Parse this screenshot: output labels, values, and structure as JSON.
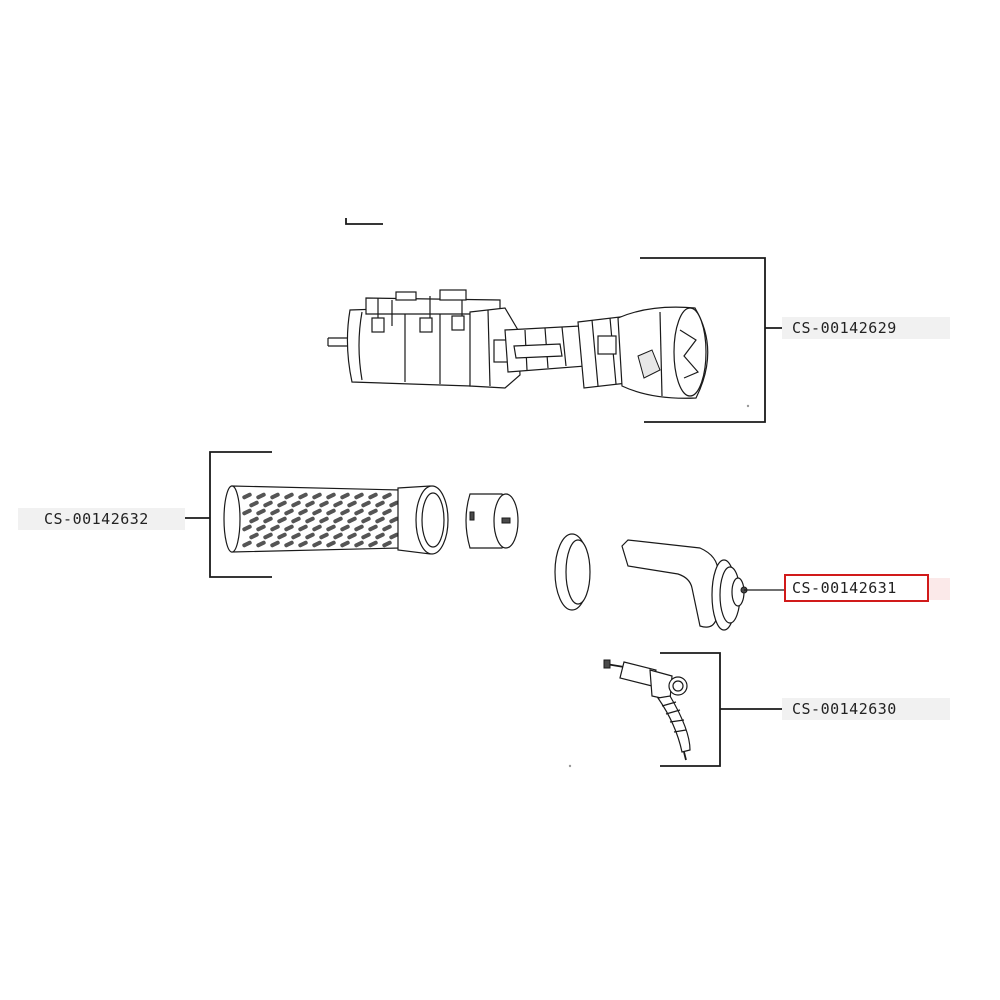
{
  "diagram": {
    "parts": [
      {
        "id": "motor-assembly",
        "reference": "CS-00142629",
        "selected": false
      },
      {
        "id": "filter-grid-assembly",
        "reference": "CS-00142632",
        "selected": false
      },
      {
        "id": "handle-assembly",
        "reference": "CS-00142631",
        "selected": true
      },
      {
        "id": "cord-assembly",
        "reference": "CS-00142630",
        "selected": false
      }
    ],
    "colors": {
      "highlight": "#d11a1a",
      "label_background": "#f1f1f1",
      "line": "#1a1a1a"
    }
  }
}
